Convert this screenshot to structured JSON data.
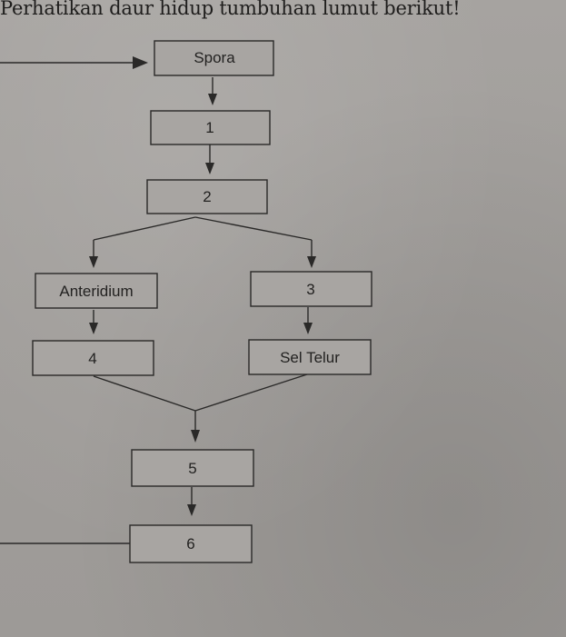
{
  "question": {
    "text": "Perhatikan daur hidup tumbuhan lumut berikut!"
  },
  "diagram": {
    "nodes": {
      "spora": "Spora",
      "n1": "1",
      "n2": "2",
      "anteridium": "Anteridium",
      "n3": "3",
      "n4": "4",
      "sel_telur": "Sel Telur",
      "n5": "5",
      "n6": "6"
    }
  },
  "colors": {
    "background": "#a29f9c",
    "ink": "#2a2928"
  }
}
